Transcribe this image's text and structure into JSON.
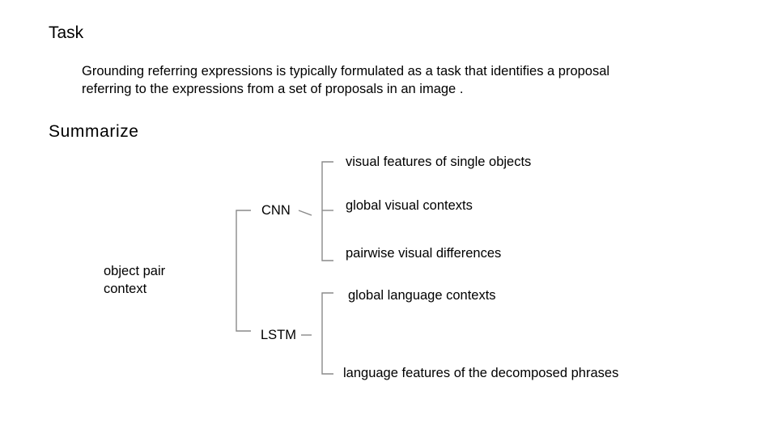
{
  "task": {
    "heading": "Task",
    "line1": "Grounding referring expressions is typically formulated as a task that identifies a proposal",
    "line2": "referring to the expressions from a set of proposals in an image ."
  },
  "summary": {
    "heading": "Summarize",
    "root": {
      "line1": "object  pair",
      "line2": "context"
    },
    "cnn": {
      "label": "CNN",
      "children": [
        "visual features of single objects",
        "global visual contexts",
        "pairwise visual differences"
      ]
    },
    "lstm": {
      "label": "LSTM",
      "children": [
        "global language contexts",
        "language features of the decomposed phrases"
      ]
    }
  }
}
